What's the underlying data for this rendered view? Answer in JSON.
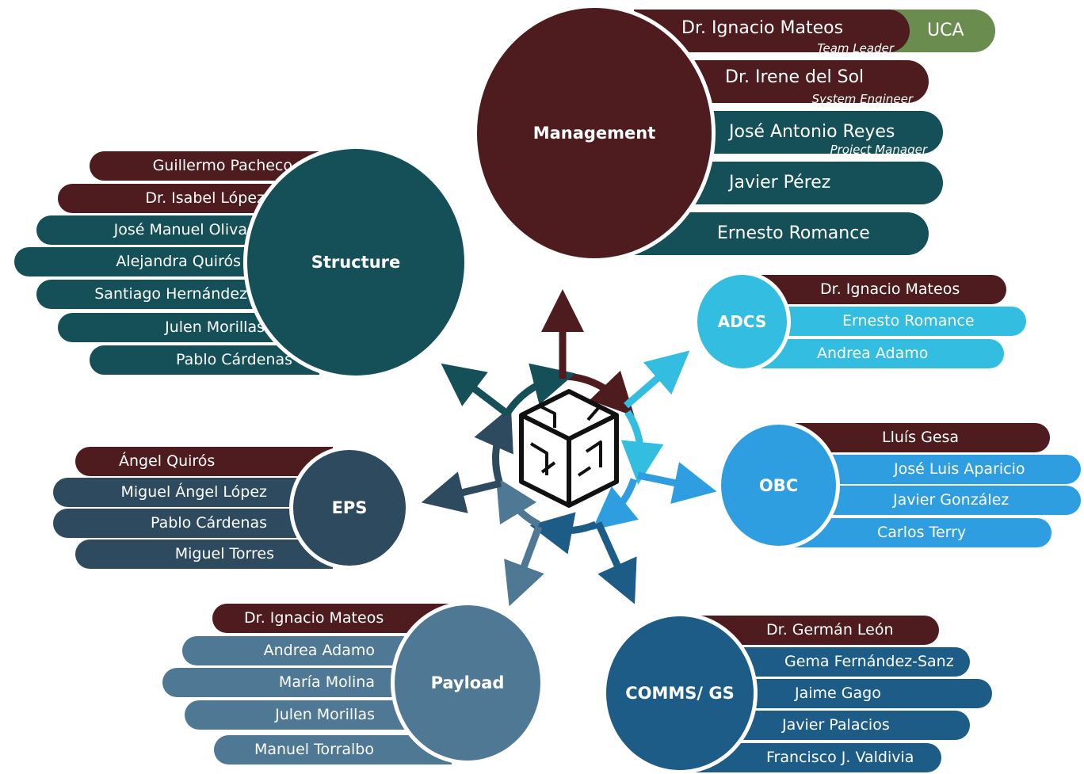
{
  "colors": {
    "maroon": "#4e1c1f",
    "teal": "#155058",
    "cyan": "#33bde0",
    "blue": "#2f9ee0",
    "slate": "#2e4a5f",
    "steel": "#4f7894",
    "navy": "#1d5c86",
    "green": "#6a8c4f"
  },
  "center_icon": "circuit-cube-icon",
  "management": {
    "label": "Management",
    "uca": "UCA",
    "members": [
      {
        "name": "Dr. Ignacio Mateos",
        "role": "Team Leader"
      },
      {
        "name": "Dr. Irene del Sol",
        "role": "System Engineer"
      },
      {
        "name": "José Antonio Reyes",
        "role": "Project Manager"
      },
      {
        "name": "Javier Pérez",
        "role": ""
      },
      {
        "name": "Ernesto Romance",
        "role": ""
      }
    ]
  },
  "structure": {
    "label": "Structure",
    "members": [
      "Guillermo Pacheco",
      "Dr. Isabel López",
      "José Manuel Oliva",
      "Alejandra Quirós",
      "Santiago Hernández",
      "Julen Morillas",
      "Pablo Cárdenas"
    ]
  },
  "adcs": {
    "label": "ADCS",
    "members": [
      "Dr. Ignacio Mateos",
      "Ernesto Romance",
      "Andrea Adamo"
    ]
  },
  "obc": {
    "label": "OBC",
    "members": [
      "Lluís Gesa",
      "José Luis Aparicio",
      "Javier González",
      "Carlos Terry"
    ]
  },
  "eps": {
    "label": "EPS",
    "members": [
      "Ángel Quirós",
      "Miguel Ángel López",
      "Pablo Cárdenas",
      "Miguel Torres"
    ]
  },
  "payload": {
    "label": "Payload",
    "members": [
      "Dr. Ignacio Mateos",
      "Andrea Adamo",
      "María Molina",
      "Julen Morillas",
      "Manuel Torralbo"
    ]
  },
  "comms": {
    "label": "COMMS/ GS",
    "members": [
      "Dr. Germán León",
      "Gema Fernández-Sanz",
      "Jaime Gago",
      "Javier Palacios",
      "Francisco J. Valdivia"
    ]
  }
}
